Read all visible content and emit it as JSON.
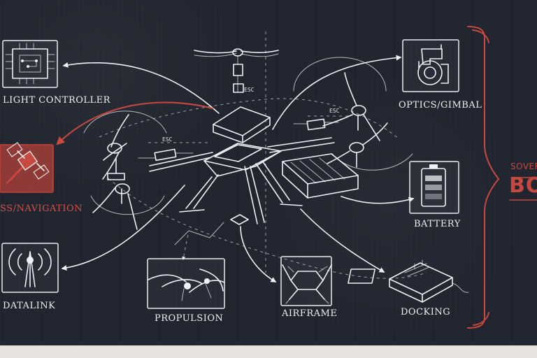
{
  "labels": {
    "flight_controller": "LIGHT CONTROLLER",
    "navigation": "SS/NAVIGATION",
    "datalink": "DATALINK",
    "propulsion": "PROPULSION",
    "airframe": "AIRFRAME",
    "optics": "OPTICS/GIMBAL",
    "battery": "BATTERY",
    "docking": "DOCKING",
    "esc_top": "ESC",
    "esc_left": "ESC",
    "esc_right": "ESC"
  },
  "side_heading": {
    "line_1": "SOVER",
    "line_2": "BO"
  },
  "colors": {
    "background": "#20252f",
    "chalk": "#eef2f4",
    "accent": "#c9483f"
  },
  "icons": {
    "flight_controller": "circuit-board-icon",
    "navigation": "satellite-icon",
    "datalink": "antenna-icon",
    "propulsion": "propeller-icon",
    "airframe": "airframe-icon",
    "optics": "camera-gimbal-icon",
    "battery": "battery-icon",
    "docking": "docking-station-icon"
  }
}
